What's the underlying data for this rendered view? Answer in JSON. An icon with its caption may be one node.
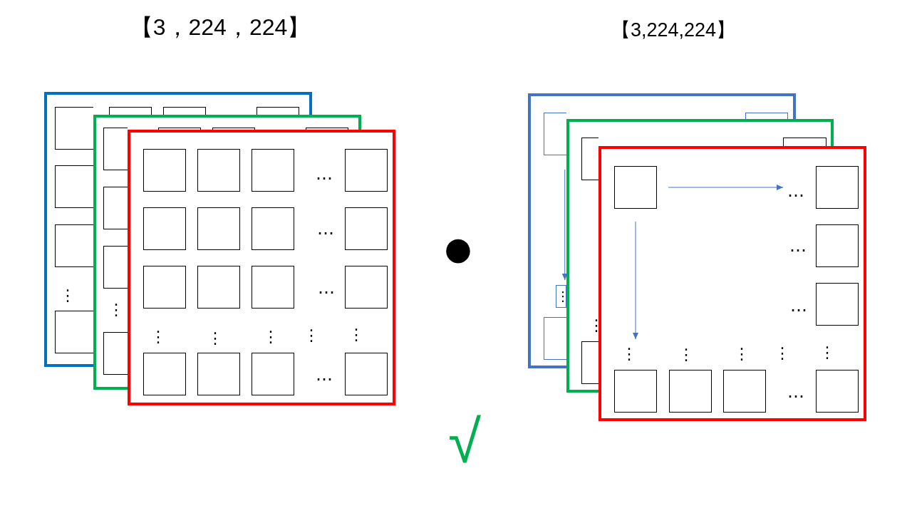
{
  "diagram": {
    "nodes": [
      {
        "text": [],
        "shape": "box"
      },
      {
        "text": [],
        "shape": "box",
        "in": 0
      },
      {
        "text": [],
        "shape": "box",
        "in": 0
      },
      {
        "text": [],
        "shape": "box",
        "in": 0
      },
      {
        "text": [],
        "shape": "box",
        "in": 0
      },
      {
        "text": [],
        "shape": "box",
        "in": 0
      },
      {
        "text": [],
        "shape": "box",
        "in": 0
      },
      {
        "text": [],
        "shape": "box",
        "in": 0
      },
      {
        "text": [],
        "shape": "box"
      },
      {
        "text": [],
        "shape": "box"
      },
      {
        "text": [],
        "shape": "box"
      },
      {
        "text": [],
        "shape": "box"
      },
      {
        "text": [],
        "shape": "box",
        "in": 8
      },
      {
        "text": [],
        "shape": "box"
      },
      {
        "text": [],
        "shape": "box"
      },
      {
        "text": [],
        "shape": "box",
        "in": 8
      },
      {
        "text": [],
        "shape": "box"
      },
      {
        "text": [],
        "shape": "box"
      },
      {
        "text": [],
        "shape": "box"
      },
      {
        "text": [],
        "shape": "box"
      },
      {
        "text": [],
        "shape": "box",
        "in": 16
      },
      {
        "text": [],
        "shape": "box"
      },
      {
        "text": [],
        "shape": "box"
      },
      {
        "text": [],
        "shape": "box"
      },
      {
        "text": [],
        "shape": "box",
        "in": 16
      },
      {
        "text": [],
        "shape": "box"
      },
      {
        "text": [],
        "shape": "box"
      },
      {
        "text": [],
        "shape": "box"
      },
      {
        "text": [],
        "shape": "box",
        "in": 16
      },
      {
        "text": [],
        "shape": "box",
        "in": 16
      },
      {
        "text": [],
        "shape": "box",
        "in": 16
      },
      {
        "text": [],
        "shape": "box",
        "in": 16
      },
      {
        "text": [],
        "shape": "box",
        "in": 16
      },
      {
        "text": [],
        "shape": "box"
      },
      {
        "text": [],
        "shape": "box",
        "in": 33
      },
      {
        "text": [],
        "shape": "box",
        "in": 33
      },
      {
        "text": [
          "⋮"
        ],
        "in": 33
      },
      {
        "text": [],
        "shape": "box",
        "in": 33
      },
      {
        "text": [],
        "shape": "box"
      },
      {
        "text": [],
        "shape": "box"
      },
      {
        "text": [],
        "shape": "box",
        "in": 38
      },
      {
        "text": [],
        "shape": "box",
        "in": 38
      },
      {
        "text": [],
        "shape": "box"
      },
      {
        "text": [],
        "shape": "box"
      },
      {
        "text": [
          "…"
        ]
      },
      {
        "text": [],
        "shape": "box",
        "in": 42
      },
      {
        "text": [],
        "shape": "box",
        "in": 42
      },
      {
        "text": [],
        "shape": "box",
        "in": 42
      },
      {
        "text": [
          "⋮"
        ]
      },
      {
        "text": [],
        "shape": "box",
        "in": 42
      },
      {
        "text": [],
        "shape": "box",
        "in": 42
      },
      {
        "text": [],
        "shape": "box",
        "in": 42
      },
      {
        "text": [],
        "shape": "box",
        "in": 42
      }
    ],
    "edges": [
      {
        "from": 34,
        "to": 36,
        "arrow": "to"
      },
      {
        "from": 43,
        "to": 44,
        "arrow": "to"
      },
      {
        "from": 43,
        "to": 48,
        "arrow": "to"
      }
    ],
    "labels": [
      "【3，224，224】",
      "【3,224,224】",
      "⋮",
      "⋮",
      "…",
      "…",
      "…",
      "⋮",
      "⋮",
      "⋮",
      "⋮",
      "⋮",
      "…",
      "●",
      "⋮",
      "…",
      "…",
      "⋮",
      "⋮",
      "⋮",
      "⋮",
      "…",
      "√"
    ]
  }
}
